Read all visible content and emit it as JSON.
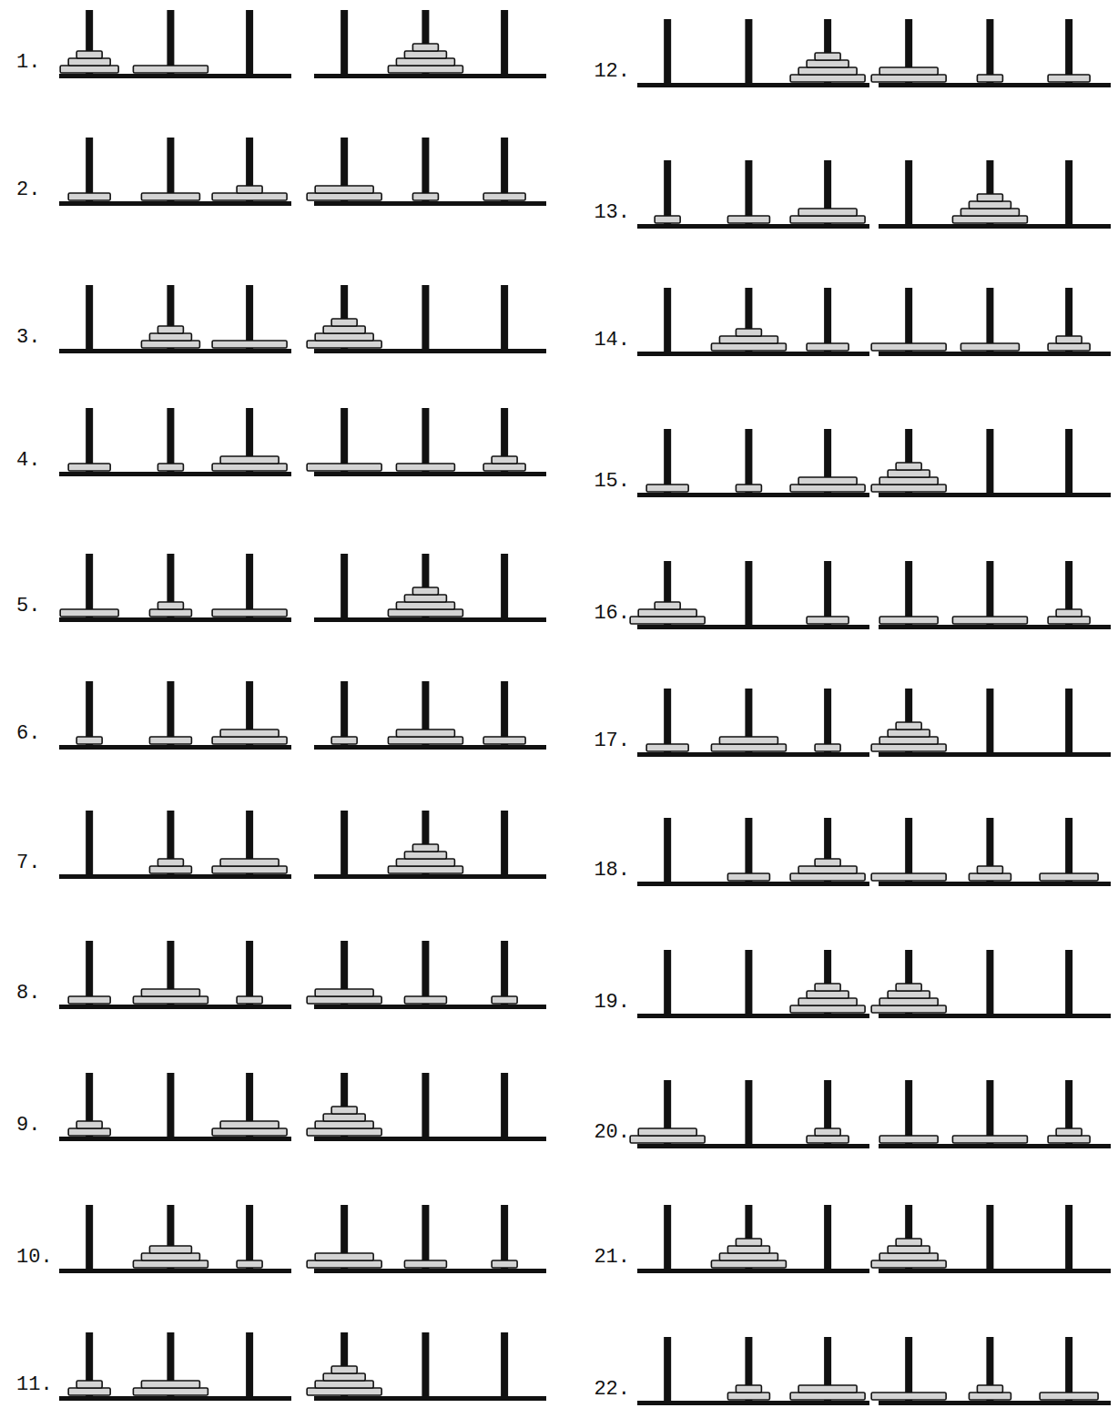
{
  "diagram": {
    "labels": [
      "1.",
      "2.",
      "3.",
      "4.",
      "5.",
      "6.",
      "7.",
      "8.",
      "9.",
      "10.",
      "11.",
      "12.",
      "13.",
      "14.",
      "15.",
      "16.",
      "17.",
      "18.",
      "19.",
      "20.",
      "21.",
      "22."
    ]
  }
}
